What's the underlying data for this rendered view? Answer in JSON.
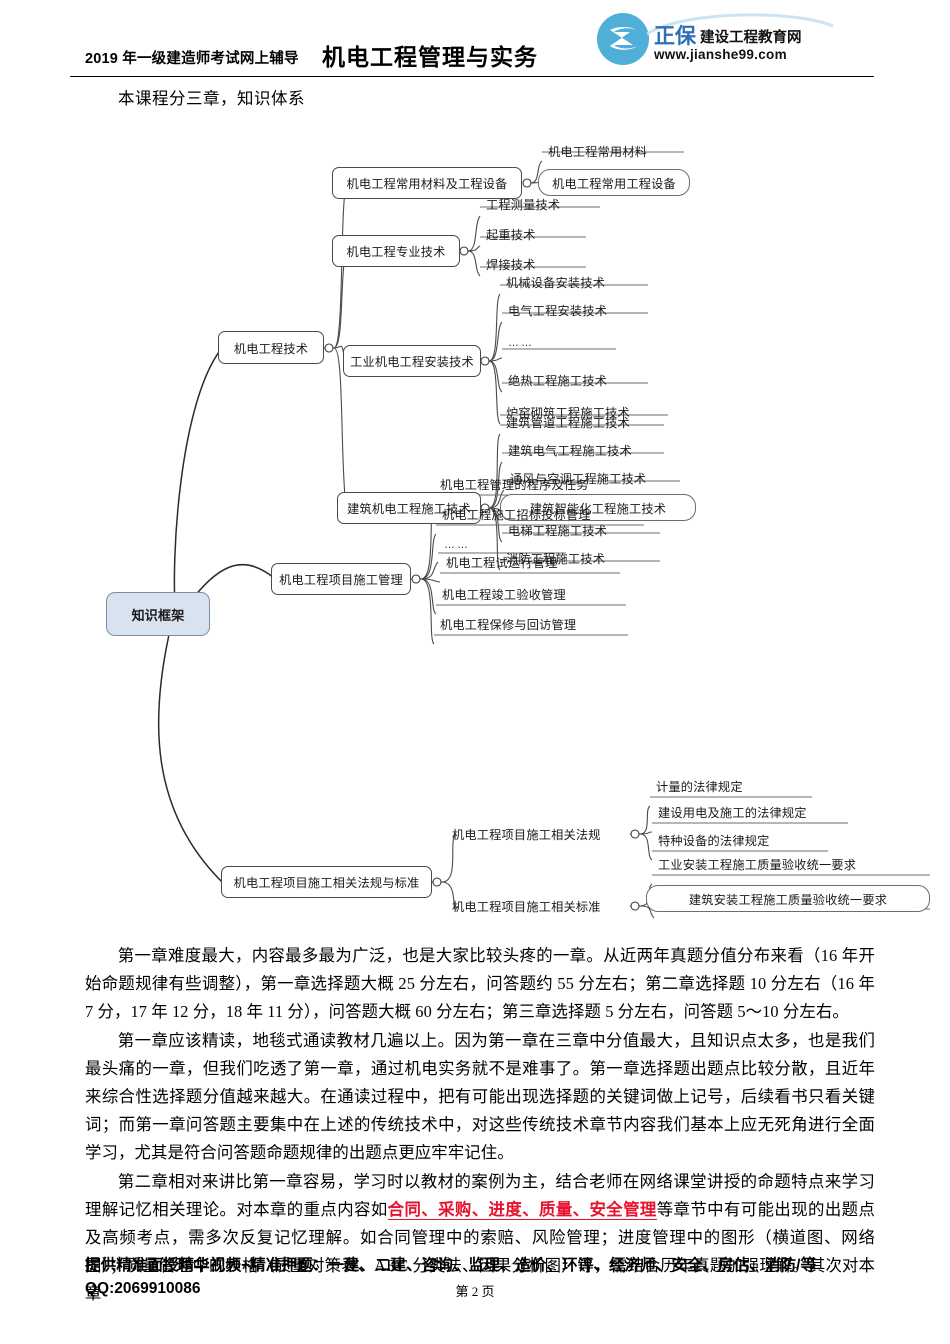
{
  "header": {
    "subtitle": "2019 年一级建造师考试网上辅导",
    "title": "机电工程管理与实务",
    "logo": {
      "brand_cn": "正保",
      "brand_name": "建设工程教育网",
      "url": "www.jianshe99.com",
      "circle_color": "#4FAFD8",
      "brand_color": "#2E6FB5"
    }
  },
  "intro": "本课程分三章，知识体系",
  "mindmap": {
    "root": "知识框架",
    "branches": [
      {
        "label": "机电工程技术",
        "children": [
          {
            "label": "机电工程常用材料及工程设备",
            "leaves": [
              "机电工程常用材料",
              "机电工程常用工程设备"
            ]
          },
          {
            "label": "机电工程专业技术",
            "leaves": [
              "工程测量技术",
              "起重技术",
              "焊接技术"
            ]
          },
          {
            "label": "工业机电工程安装技术",
            "leaves": [
              "机械设备安装技术",
              "电气工程安装技术",
              "……",
              "绝热工程施工技术",
              "炉窑砌筑工程施工技术"
            ]
          },
          {
            "label": "建筑机电工程施工技术",
            "leaves": [
              "建筑管道工程施工技术",
              "建筑电气工程施工技术",
              "通风与空调工程施工技术",
              "建筑智能化工程施工技术",
              "电梯工程施工技术",
              "消防工程施工技术"
            ]
          }
        ]
      },
      {
        "label": "机电工程项目施工管理",
        "leaves": [
          "机电工程管理的程序及任务",
          "机电工程施工招标投标管理",
          "……",
          "机电工程试运行管理",
          "机电工程竣工验收管理",
          "机电工程保修与回访管理"
        ]
      },
      {
        "label": "机电工程项目施工相关法规与标准",
        "children": [
          {
            "label": "机电工程项目施工相关法规",
            "leaves": [
              "计量的法律规定",
              "建设用电及施工的法律规定",
              "特种设备的法律规定"
            ]
          },
          {
            "label": "机电工程项目施工相关标准",
            "leaves": [
              "工业安装工程施工质量验收统一要求",
              "建筑安装工程施工质量验收统一要求"
            ]
          }
        ]
      }
    ]
  },
  "paragraphs": {
    "p1": "第一章难度最大，内容最多最为广泛，也是大家比较头疼的一章。从近两年真题分值分布来看（16 年开始命题规律有些调整），第一章选择题大概 25 分左右，问答题约 55 分左右；第二章选择题 10 分左右（16 年 7 分，17 年 12 分，18 年 11 分），问答题大概 60 分左右；第三章选择题 5 分左右，问答题 5〜10 分左右。",
    "p2": "第一章应该精读，地毯式通读教材几遍以上。因为第一章在三章中分值最大，且知识点太多，也是我们最头痛的一章，但我们吃透了第一章，通过机电实务就不是难事了。第一章选择题出题点比较分散，且近年来综合性选择题分值越来越大。在通读过程中，把有可能出现选择题的关键词做上记号，后续看书只看关键词；而第一章问答题主要集中在上述的传统技术中，对这些传统技术章节内容我们基本上应无死角进行全面学习，尤其是符合问答题命题规律的出题点更应牢牢记住。",
    "p3_a": "第二章相对来讲比第一章容易，学习时以教材的案例为主，结合老师在网络课堂讲授的命题特点来学习理解记忆相关理论。对本章的重点内容如",
    "p3_highlight": "合同、采购、进度、质量、安全管理",
    "p3_b": "等章节中有可能出现的出题点及高频考点，需多次反复记忆理解。如合同管理中的索赔、风险管理；进度管理中的图形（横道图、网络图）；质量管理中的表格（质量对策表、ABC 分类法、因果分析图）等，需结合历年真题加强理解。其次对本章",
    "highlight_color": "#E8112D"
  },
  "footer": {
    "promo": "提供精准面授精华视频+精准押题：一建、二建、咨询、监理、造价、环评、经济师、安全、房估、消防/等",
    "qq": "QQ:2069910086",
    "page_number": "第 2 页"
  }
}
